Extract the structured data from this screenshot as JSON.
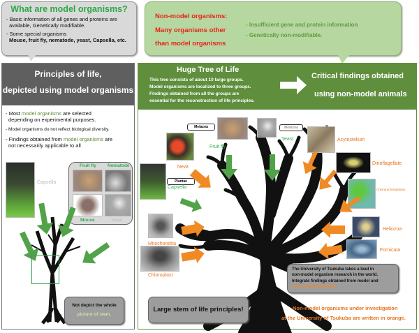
{
  "model_callout": {
    "title": "What are model organisms?",
    "lines": [
      "- Basic information of all genes and proteins are",
      "  available, Genetically modifiable.",
      "- Some special organisms",
      "  Mouse, fruit fly, nematode, yeast, Capsella, etc."
    ]
  },
  "nonmodel_callout": {
    "red_lines": [
      "Non-model organisms:",
      "Many organisms other",
      "than model organisms"
    ],
    "green_lines": [
      "- Insufficient gene and protein information",
      "- Genetically non-modifiable."
    ]
  },
  "left_panel": {
    "header": [
      "Principles of life,",
      "depicted using model organisms"
    ],
    "bullets": [
      {
        "pre": "- Most ",
        "hl": "model organisms",
        "post": " are selected"
      },
      {
        "pre": "  depending on experimental purposes.",
        "hl": "",
        "post": ""
      },
      {
        "pre": "- Model organisms do not reflect biological diversity.",
        "hl": "",
        "post": ""
      },
      {
        "pre": "- Findings obtained from ",
        "hl": "model organisms",
        "post": " are"
      },
      {
        "pre": "  not necessarily applicable to all",
        "hl": "",
        "post": ""
      }
    ],
    "capsella_label": "Capsella",
    "bubble_labels": {
      "fruit_fly": "Fruit fly",
      "nematode": "Nematode",
      "mouse": "Mouse",
      "yeast": "Yeast"
    },
    "stem_note": [
      "Not depict the whole",
      "picture of stem."
    ]
  },
  "right_panel": {
    "title": "Huge Tree of Life",
    "description": [
      "This tree consists of about 10 large groups.",
      "Model organisms are localized to three groups.",
      "Findings obtained from all the groups are",
      "essential for the reconstruction of life principles."
    ],
    "critical": [
      "Critical findings obtained",
      "using non-model animals"
    ],
    "tags": {
      "metazoa_1": "Metazoa",
      "metazoa_2": "Metazoa",
      "plantae": "Plantae"
    },
    "organisms": {
      "newt": "Newt",
      "fruit_fly": "Fruit fly",
      "yeast": "Yeast",
      "capsella": "Capsella",
      "acytostelium": "Acytostelium",
      "dinoflagellate": "Dinoflagellate",
      "chlorarachniophytes": "Chlorarachniophytes",
      "heliozoa": "Heliozoa",
      "fornicata": "Fornicata",
      "mitochondria": "Mitochondria",
      "chloroplast": "Chloroplast"
    },
    "tsukuba_note": {
      "lines": [
        "The University of Tsukuba  takes a lead in",
        "non-model organism research in the world.",
        "Integrate findings obtained from model and"
      ],
      "orange_line": "non-model organisms."
    },
    "large_stem": "Large stem of life principles!",
    "footer": [
      "Non-model organisms under investigation",
      "at the University of Tsukuba are written in orange."
    ]
  },
  "colors": {
    "green_title": "#2aa845",
    "red": "#e8221c",
    "orange": "#e6751f",
    "panel_grey": "#5e5f5e",
    "panel_green": "#5f8f3d"
  }
}
